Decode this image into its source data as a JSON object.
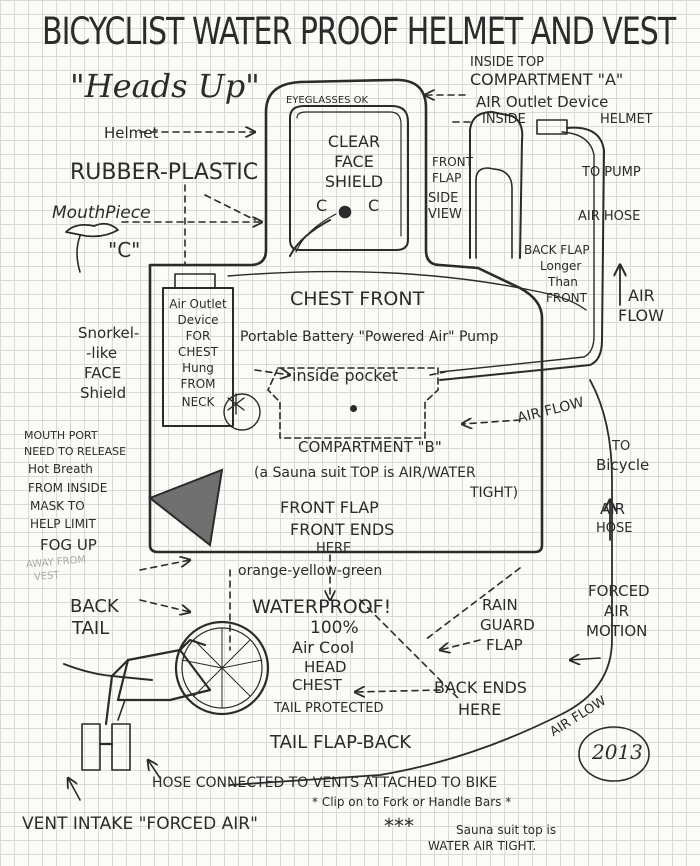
{
  "title": "BICYCLIST WATER PROOF HELMET AND VEST",
  "subtitle": "\"Heads Up\"",
  "labels": {
    "compartment_a": [
      "INSIDE TOP",
      "COMPARTMENT \"A\"",
      "AIR Outlet Device",
      "INSIDE",
      "HELMET"
    ],
    "eyeglasses": "EYEGLASSES OK",
    "helmet": "Helmet",
    "rubber_plastic": "RUBBER-PLASTIC",
    "clear_face_shield": [
      "CLEAR",
      "FACE",
      "SHIELD"
    ],
    "c_marks": [
      "C",
      "C"
    ],
    "mouthpiece": "MouthPiece",
    "mouthpiece_c": "\"C\"",
    "front_flap_side": [
      "FRONT",
      "FLAP"
    ],
    "side_view": [
      "SIDE",
      "VIEW"
    ],
    "to_pump": "TO PUMP",
    "air_hose": "AIR HOSE",
    "back_flap": [
      "BACK FLAP",
      "Longer",
      "Than",
      "FRONT"
    ],
    "air_flow_right": [
      "AIR",
      "FLOW"
    ],
    "chest_front": "CHEST FRONT",
    "air_outlet_chest": [
      "Air Outlet",
      "Device",
      "FOR",
      "CHEST",
      "Hung",
      "FROM",
      "NECK"
    ],
    "pump": "Portable Battery \"Powered Air\" Pump",
    "inside_pocket": "inside pocket",
    "snorkel": [
      "Snorkel-",
      "-like",
      "FACE",
      "Shield"
    ],
    "mouth_port": [
      "MOUTH PORT",
      "NEED TO RELEASE",
      "Hot Breath",
      "FROM INSIDE",
      "MASK TO",
      "HELP LIMIT",
      "FOG UP"
    ],
    "away_from_vest": [
      "AWAY FROM",
      "VEST"
    ],
    "compartment_b": "COMPARTMENT \"B\"",
    "air_flow_mid": "AIR FLOW",
    "sauna": [
      "(a Sauna suit TOP is AIR/WATER",
      "TIGHT)"
    ],
    "to_bicycle": [
      "TO",
      "Bicycle"
    ],
    "front_flap": [
      "FRONT FLAP",
      "FRONT ENDS",
      "HERE"
    ],
    "colors_text": "orange-yellow-green",
    "air_hose_bottom": [
      "AIR",
      "HOSE"
    ],
    "back_tail": [
      "BACK",
      "TAIL"
    ],
    "waterproof": "WATERPROOF!",
    "cool": [
      "100%",
      "Air Cool",
      "HEAD",
      "CHEST"
    ],
    "rain_guard": [
      "RAIN",
      "GUARD",
      "FLAP"
    ],
    "forced_air_motion": [
      "FORCED",
      "AIR",
      "MOTION"
    ],
    "back_ends": [
      "BACK ENDS",
      "HERE"
    ],
    "tail_protected": "TAIL PROTECTED",
    "tail_flap": "TAIL FLAP-BACK",
    "air_flow_bottom": "AIR FLOW",
    "signature": "2013",
    "hose_connected": "HOSE CONNECTED TO VENTS ATTACHED TO BIKE",
    "clip_on": "* Clip on to Fork or Handle Bars *",
    "vent_intake": "VENT INTAKE \"FORCED AIR\"",
    "sauna_bottom": [
      "Sauna suit top is",
      "WATER AIR TIGHT."
    ],
    "asterisks": "***"
  },
  "colors": {
    "pencil": "#2b2b2b",
    "grid": "#dadad6",
    "paper": "#fbfbf8",
    "faint": "#a8a8a8"
  }
}
